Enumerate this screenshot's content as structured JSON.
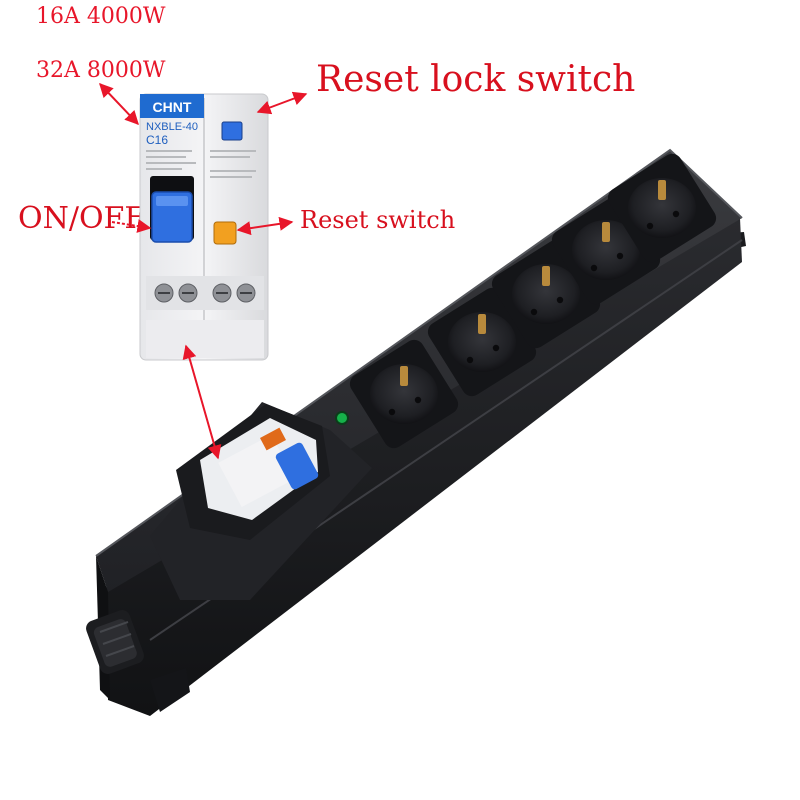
{
  "labels": {
    "spec_16a": "16A 4000W",
    "spec_32a": "32A 8000W",
    "reset_lock_switch": "Reset lock switch",
    "on_off": "ON/OFF",
    "reset_switch": "Reset switch"
  },
  "breaker": {
    "brand": "CHNT",
    "model": "NXBLE-40",
    "rating": "C16"
  },
  "colors": {
    "annotation_red": "#e8162a",
    "toggle_blue": "#2f6fe0",
    "reset_orange": "#f2a020",
    "strip_black": "#1e1f22"
  },
  "outlet_count": 5
}
